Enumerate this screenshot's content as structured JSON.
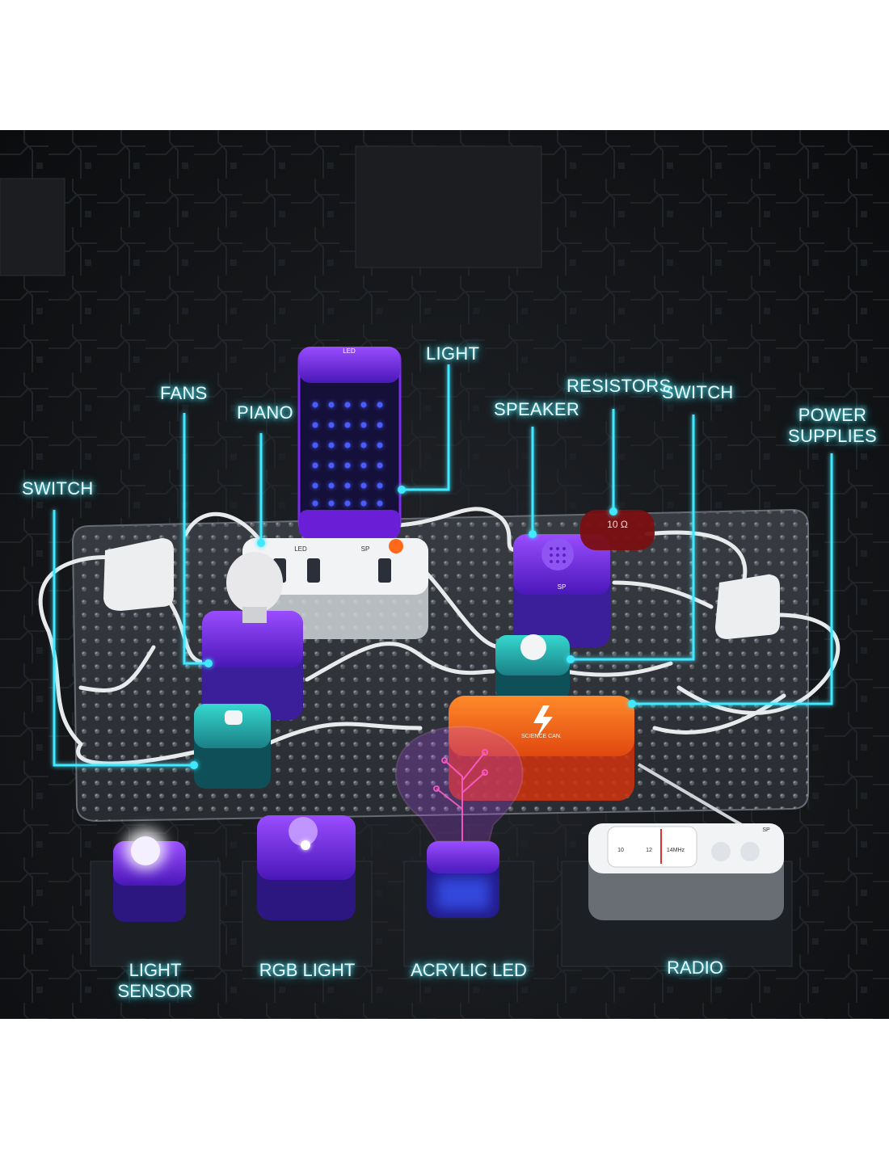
{
  "callouts": {
    "light": "LIGHT",
    "fans": "FANS",
    "piano": "PIANO",
    "resistors": "RESISTORS",
    "switch_right": "SWITCH",
    "speaker": "SPEAKER",
    "power_supplies_line1": "POWER",
    "power_supplies_line2": "SUPPLIES",
    "switch_left": "SWITCH"
  },
  "base_labels": {
    "light_sensor": "LIGHT SENSOR",
    "rgb_light": "RGB LIGHT",
    "acrylic_led": "ACRYLIC LED",
    "radio": "RADIO"
  },
  "module_text": {
    "light_top": "LED",
    "piano_led": "LED",
    "piano_sp": "SP",
    "speaker_sp": "SP",
    "resistor_value": "10 Ω",
    "battery_brand": "SCIENCE CAN.",
    "radio_scale_1": "10",
    "radio_scale_2": "12",
    "radio_scale_3": "14MHz",
    "radio_sp": "SP"
  },
  "colors": {
    "accent_cyan": "#3fe9ff",
    "purple_module": "#7b2cf0",
    "teal_module": "#27c3bd",
    "orange_battery": "#ff6a1a",
    "board_dark": "#15171a"
  }
}
